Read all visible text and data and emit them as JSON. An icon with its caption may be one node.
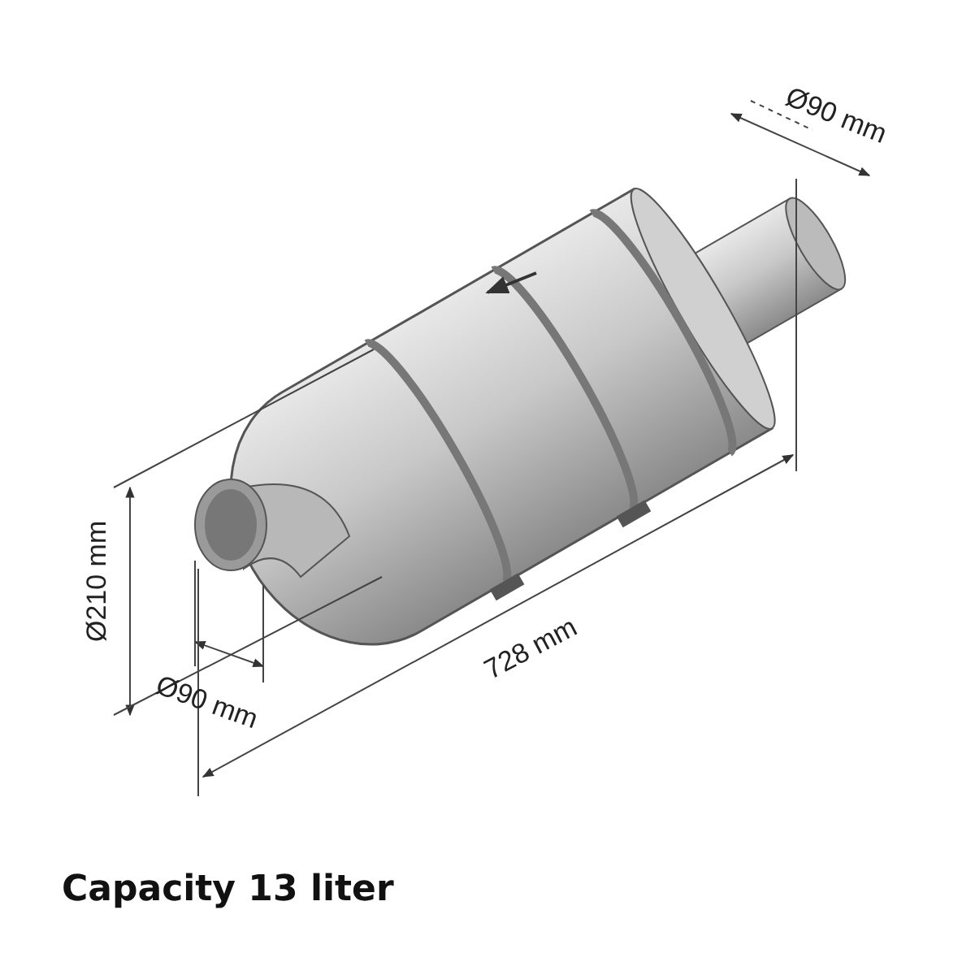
{
  "diagram": {
    "caption": "Capacity 13 liter",
    "labels": [
      "Ø90 mm",
      "Ø210 mm",
      "Ø90 mm",
      "728 mm"
    ]
  }
}
